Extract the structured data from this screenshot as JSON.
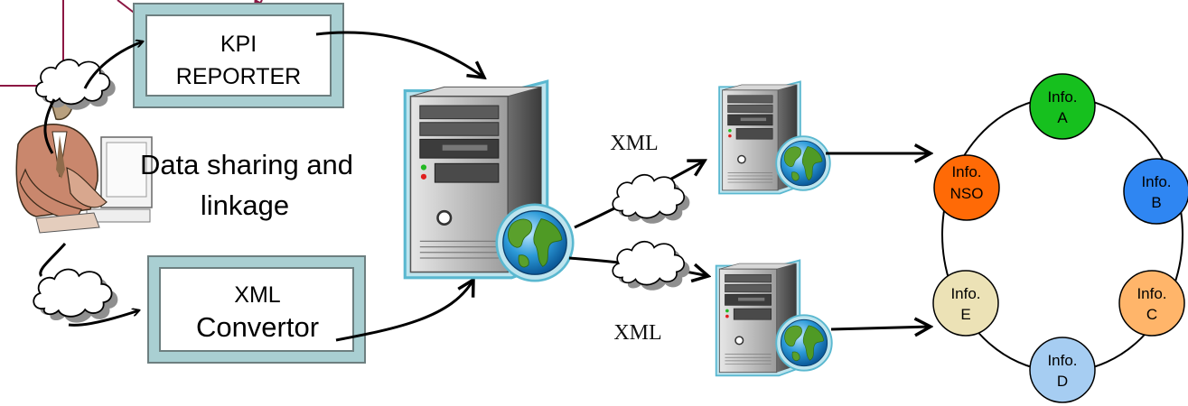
{
  "top_box": {
    "line1": "KPI",
    "line2": "REPORTER"
  },
  "bottom_box": {
    "line1": "XML",
    "line2": "Convertor"
  },
  "center_label": {
    "line1": "Data sharing and",
    "line2": "linkage"
  },
  "xml_labels": {
    "upper": "XML",
    "lower": "XML"
  },
  "info_nodes": [
    {
      "line1": "Info.",
      "line2": "A",
      "color": "#16c01e"
    },
    {
      "line1": "Info.",
      "line2": "B",
      "color": "#2f86f2"
    },
    {
      "line1": "Info.",
      "line2": "C",
      "color": "#ffb56a"
    },
    {
      "line1": "Info.",
      "line2": "D",
      "color": "#a6cdf2"
    },
    {
      "line1": "Info.",
      "line2": "E",
      "color": "#ece2b6"
    },
    {
      "line1": "Info.",
      "line2": "NSO",
      "color": "#ff6a06"
    }
  ],
  "icons": {
    "person": "person-at-computer-icon",
    "server": "server-tower-icon",
    "globe": "globe-icon",
    "cloud": "cloud-icon"
  }
}
